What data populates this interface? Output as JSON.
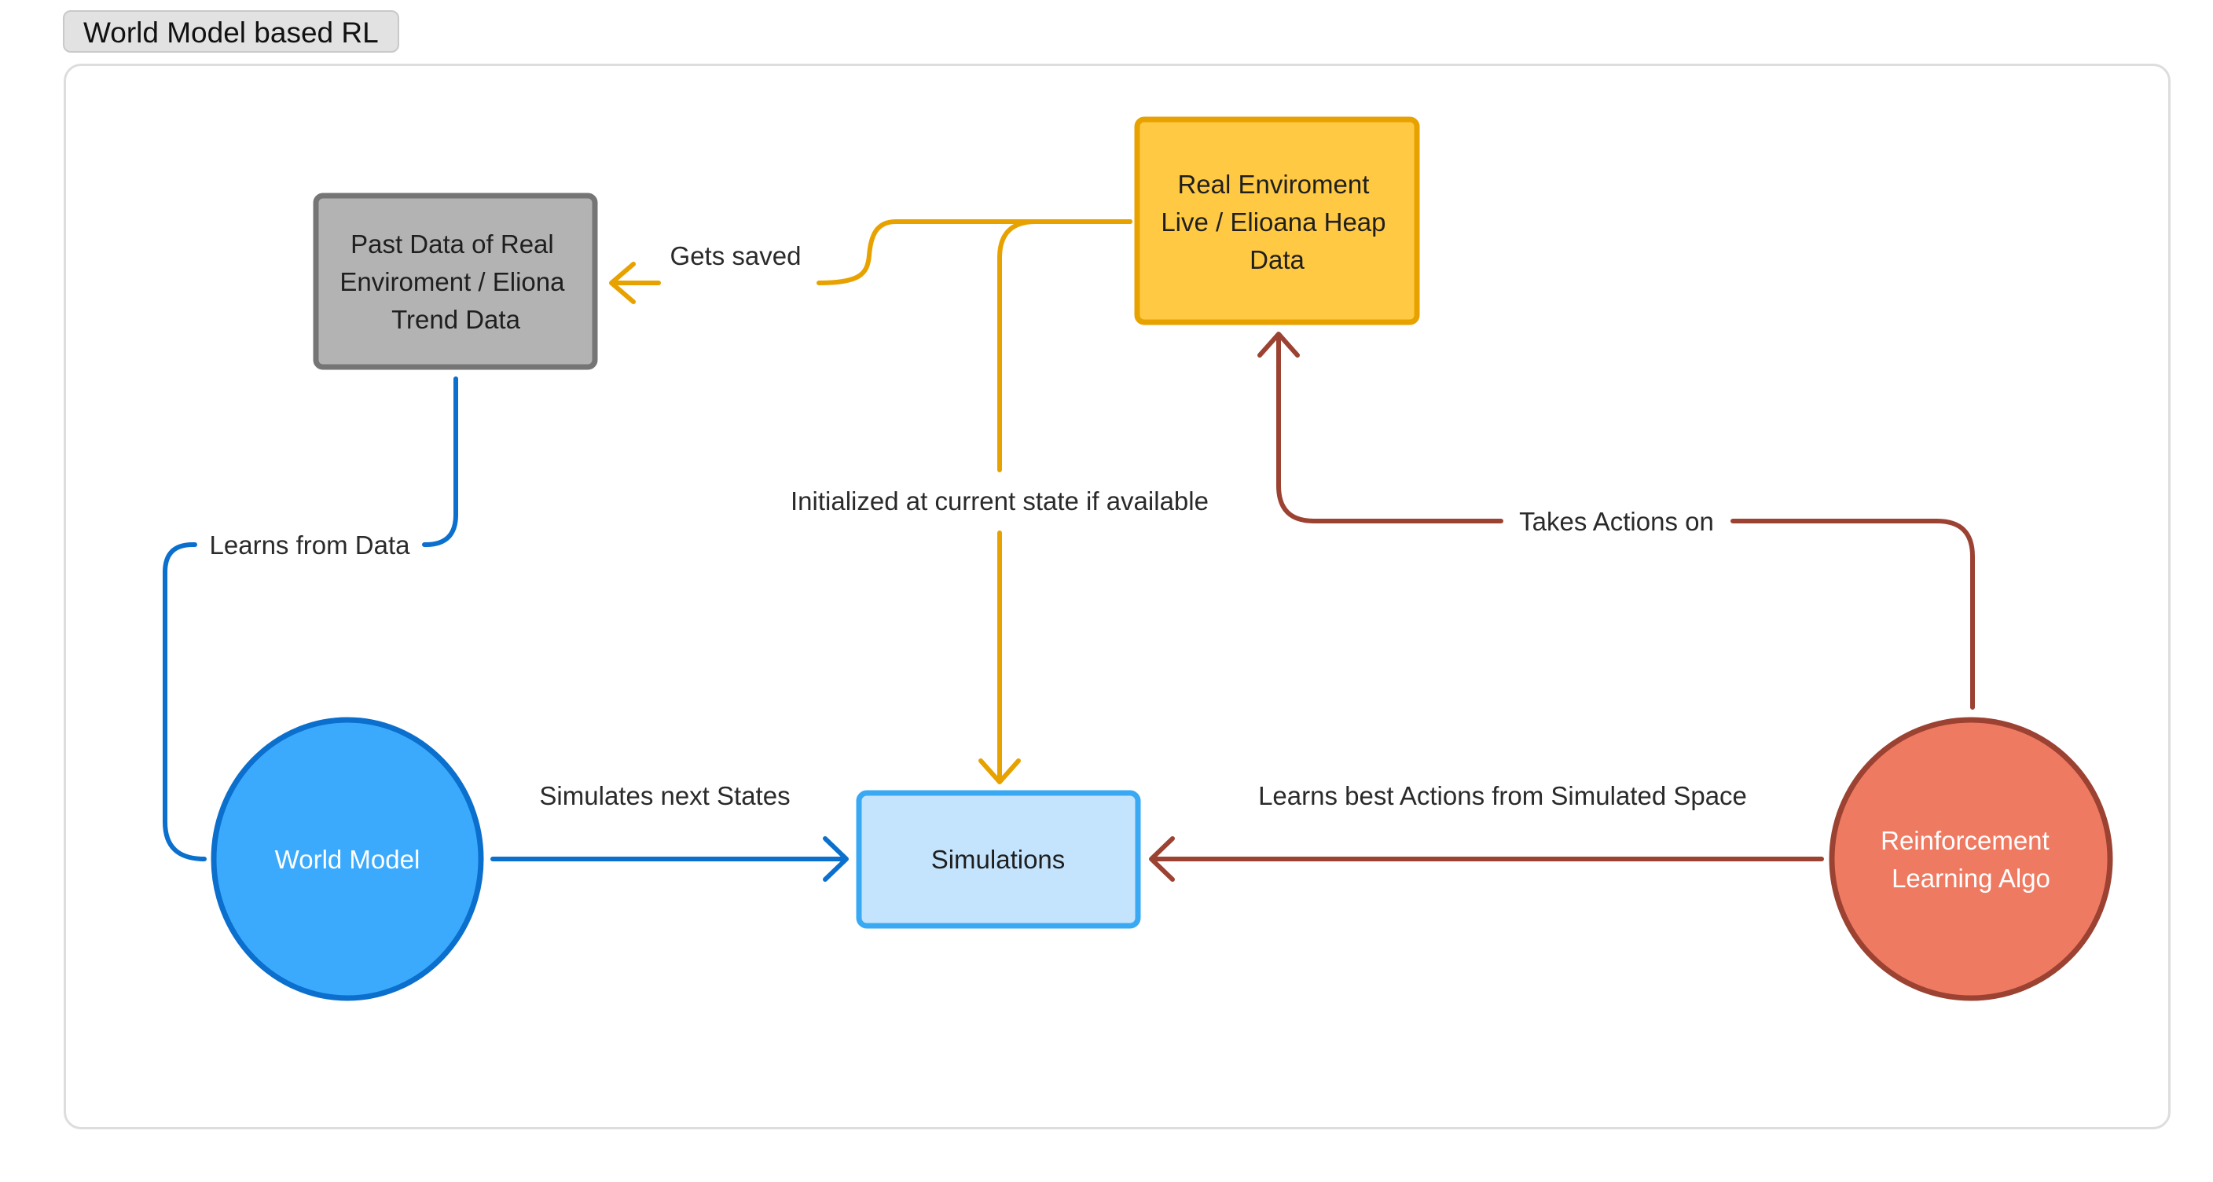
{
  "frame": {
    "title": "World Model based RL"
  },
  "nodes": {
    "past_data": {
      "lines": [
        "Past Data of Real",
        "Enviroment / Eliona",
        "Trend Data"
      ]
    },
    "real_env": {
      "lines": [
        "Real Enviroment",
        "Live / Elioana Heap",
        "Data"
      ]
    },
    "world_model": {
      "lines": [
        "World Model"
      ]
    },
    "simulations": {
      "lines": [
        "Simulations"
      ]
    },
    "rl_algo": {
      "lines": [
        "Reinforcement",
        "Learning Algo"
      ]
    }
  },
  "edges": {
    "gets_saved": "Gets saved",
    "learns_from_data": "Learns from Data",
    "initialized": "Initialized at current state if available",
    "takes_actions": "Takes Actions on",
    "simulates_next": "Simulates next States",
    "learns_best": "Learns best Actions from Simulated Space"
  },
  "colors": {
    "gray_fill": "#b3b3b3",
    "gray_stroke": "#757575",
    "yellow_fill": "#ffc943",
    "yellow_stroke": "#e8a200",
    "blue_fill": "#3baafd",
    "blue_stroke": "#0b6fcd",
    "lightblue_fill": "#c4e4fd",
    "lightblue_stroke": "#3aa9f4",
    "red_fill": "#ef7a62",
    "red_stroke": "#9c4232"
  }
}
